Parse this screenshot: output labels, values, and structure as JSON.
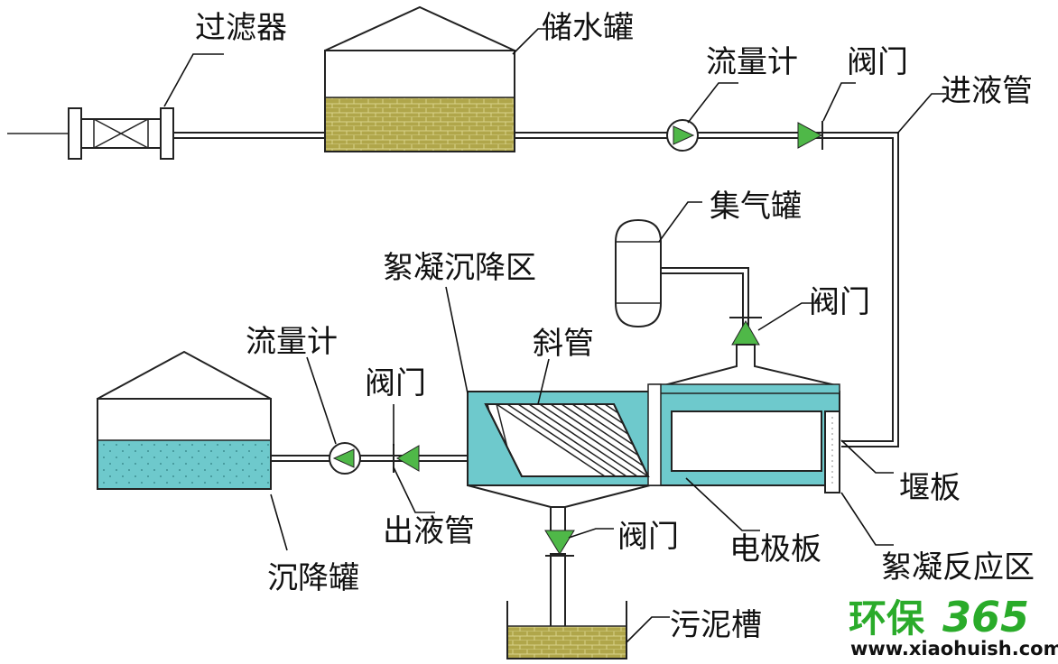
{
  "labels": {
    "filter": "过滤器",
    "storage_tank": "储水罐",
    "flowmeter_top": "流量计",
    "valve_top": "阀门",
    "inlet_pipe": "进液管",
    "gas_tank": "集气罐",
    "floc_settling_zone": "絮凝沉降区",
    "valve_gas": "阀门",
    "inclined_tube": "斜管",
    "flowmeter_bottom": "流量计",
    "valve_outlet": "阀门",
    "weir": "堰板",
    "outlet_pipe": "出液管",
    "valve_sludge": "阀门",
    "electrode_plate": "电极板",
    "settling_tank": "沉降罐",
    "floc_reaction_zone": "絮凝反应区",
    "sludge_tank": "污泥槽"
  },
  "watermark": {
    "brand": "环保",
    "number": "365",
    "url": "www.xiaohuish.com"
  },
  "colors": {
    "water": "#6ec9cc",
    "sediment": "#b0a64a",
    "valve": "#4fb848",
    "watermark": "#2aab2a"
  }
}
